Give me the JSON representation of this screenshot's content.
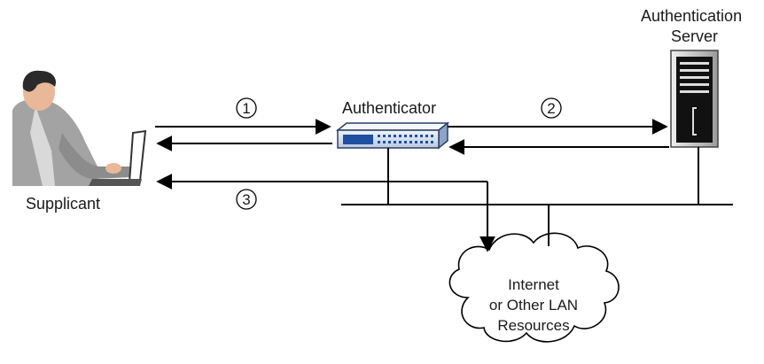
{
  "diagram": {
    "nodes": {
      "supplicant": {
        "label": "Supplicant"
      },
      "authenticator": {
        "label": "Authenticator"
      },
      "auth_server": {
        "label_line1": "Authentication",
        "label_line2": "Server"
      },
      "internet": {
        "label_line1": "Internet",
        "label_line2": "or Other LAN",
        "label_line3": "Resources"
      }
    },
    "steps": [
      {
        "number": "1"
      },
      {
        "number": "2"
      },
      {
        "number": "3"
      }
    ],
    "colors": {
      "line": "#000000",
      "switch_body": "#dfe8f5",
      "switch_panel": "#1e4fa0",
      "server_body": "#111111",
      "person_hair": "#2a2a2a",
      "person_skin": "#e8b898",
      "person_jacket": "#9a9a9a"
    }
  }
}
